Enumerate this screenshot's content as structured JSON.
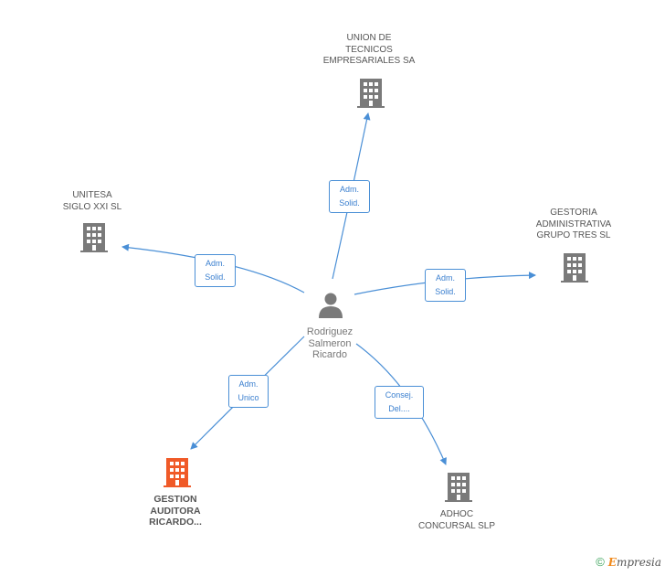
{
  "person": {
    "name": "Rodriguez\nSalmeron\nRicardo",
    "icon": "person-icon"
  },
  "companies": [
    {
      "id": "union",
      "name": "UNION DE\nTECNICOS\nEMPRESARIALES SA",
      "icon": "building-icon",
      "highlight": false
    },
    {
      "id": "unitesa",
      "name": "UNITESA\nSIGLO XXI  SL",
      "icon": "building-icon",
      "highlight": false
    },
    {
      "id": "gestoria",
      "name": "GESTORIA\nADMINISTRATIVA\nGRUPO TRES  SL",
      "icon": "building-icon",
      "highlight": false
    },
    {
      "id": "gestion",
      "name": "GESTION\nAUDITORA\nRICARDO...",
      "icon": "building-icon",
      "highlight": true
    },
    {
      "id": "adhoc",
      "name": "ADHOC\nCONCURSAL SLP",
      "icon": "building-icon",
      "highlight": false
    }
  ],
  "relations": [
    {
      "to": "union",
      "label": "Adm.\nSolid."
    },
    {
      "to": "unitesa",
      "label": "Adm.\nSolid."
    },
    {
      "to": "gestoria",
      "label": "Adm.\nSolid."
    },
    {
      "to": "gestion",
      "label": "Adm.\nUnico"
    },
    {
      "to": "adhoc",
      "label": "Consej.\nDel...."
    }
  ],
  "colors": {
    "edge": "#4a8fd6",
    "building": "#7a7a7a",
    "building_highlight": "#f05a28",
    "person": "#7a7a7a"
  },
  "footer": {
    "copyright": "©",
    "brand_initial": "E",
    "brand_rest": "mpresia"
  }
}
